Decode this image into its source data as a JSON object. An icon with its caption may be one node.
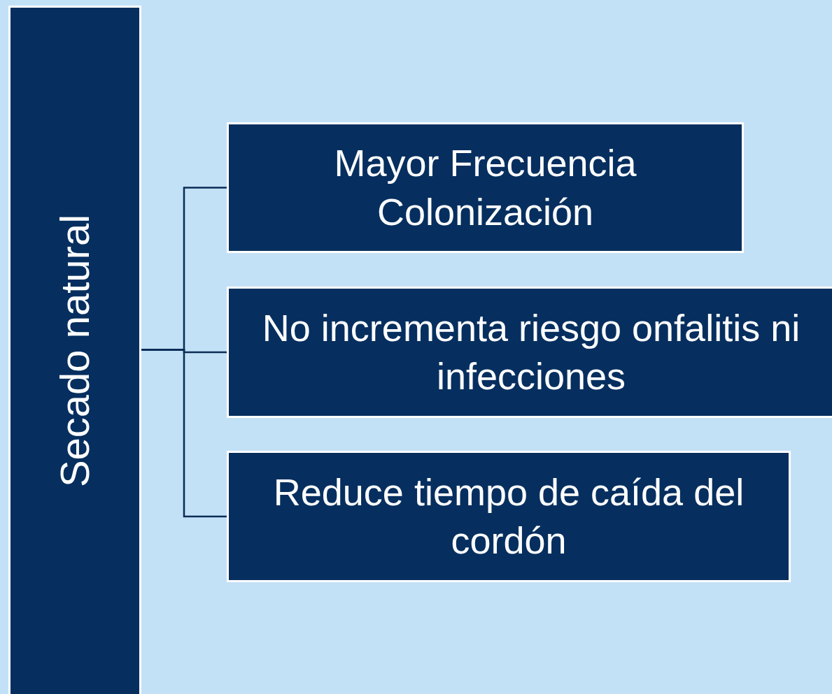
{
  "diagram": {
    "nodes": [
      {
        "text": [
          "Secado natural"
        ]
      },
      {
        "text": [
          "Mayor Frecuencia Colonización"
        ]
      },
      {
        "text": [
          "No incrementa riesgo onfalitis ni infecciones"
        ]
      },
      {
        "text": [
          "Reduce tiempo de caída del cordón"
        ]
      }
    ],
    "edges": [
      {
        "from": 0,
        "to": 1,
        "arrow": "none"
      },
      {
        "from": 0,
        "to": 2,
        "arrow": "none"
      },
      {
        "from": 0,
        "to": 3,
        "arrow": "none"
      }
    ]
  }
}
